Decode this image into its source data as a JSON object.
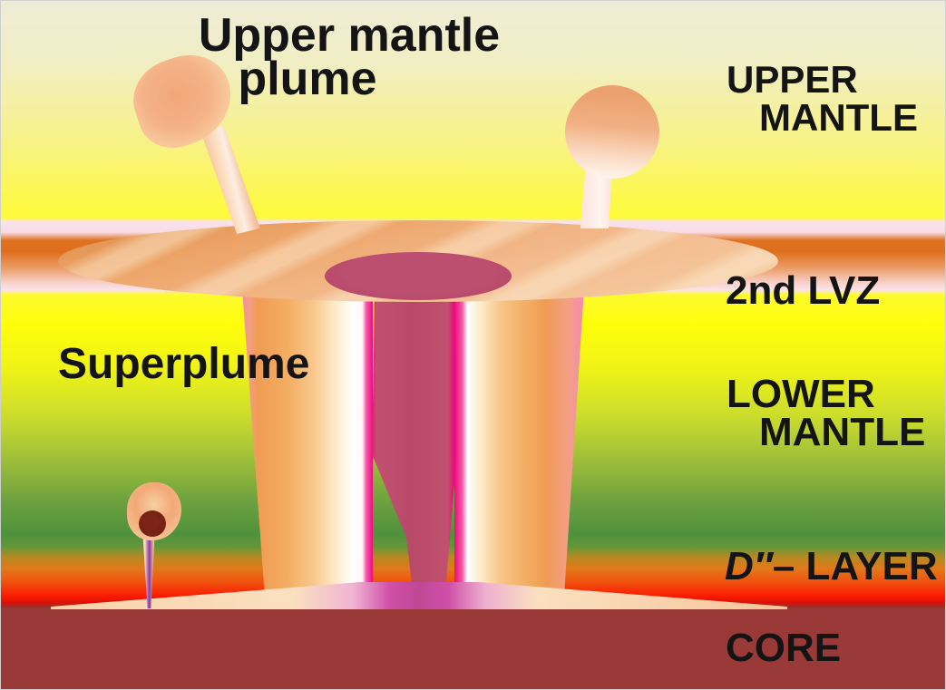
{
  "figure": {
    "description": "Cross-section diagram of a mantle superplume rising from the core through the lower mantle to a second low-velocity zone, spawning upper mantle plumes",
    "labels": {
      "title_line1": "Upper mantle",
      "title_line2": "plume",
      "upper_mantle_line1": "UPPER",
      "upper_mantle_line2": "MANTLE",
      "second_lvz": "2nd LVZ",
      "superplume": "Superplume",
      "lower_mantle_line1": "LOWER",
      "lower_mantle_line2": "MANTLE",
      "d_layer_italic": "D″",
      "d_layer_rest": "– LAYER",
      "core": "CORE"
    },
    "colors": {
      "upper_mantle_cream": "#efecd7",
      "upper_mantle_yellow": "#fdfa39",
      "lvz_band_orange": "#de6e1c",
      "lvz_band_pink": "#fae2ec",
      "lower_mantle_yellow": "#fefe0b",
      "lower_mantle_green": "#4f913d",
      "d_layer_orange": "#e1791a",
      "d_layer_red": "#fb1a02",
      "core_red_brown": "#9a3a38",
      "cap_tan": "#eca366",
      "conduit_rose": "#b84a68",
      "conduit_edge_magenta": "#ec0c7c",
      "sheath_orange": "#f3ae62",
      "sheath_pink": "#f28cb4",
      "plume_head_peach": "#f4b286",
      "small_plume_core_brown": "#6e1e12",
      "label_text": "#141414"
    }
  }
}
